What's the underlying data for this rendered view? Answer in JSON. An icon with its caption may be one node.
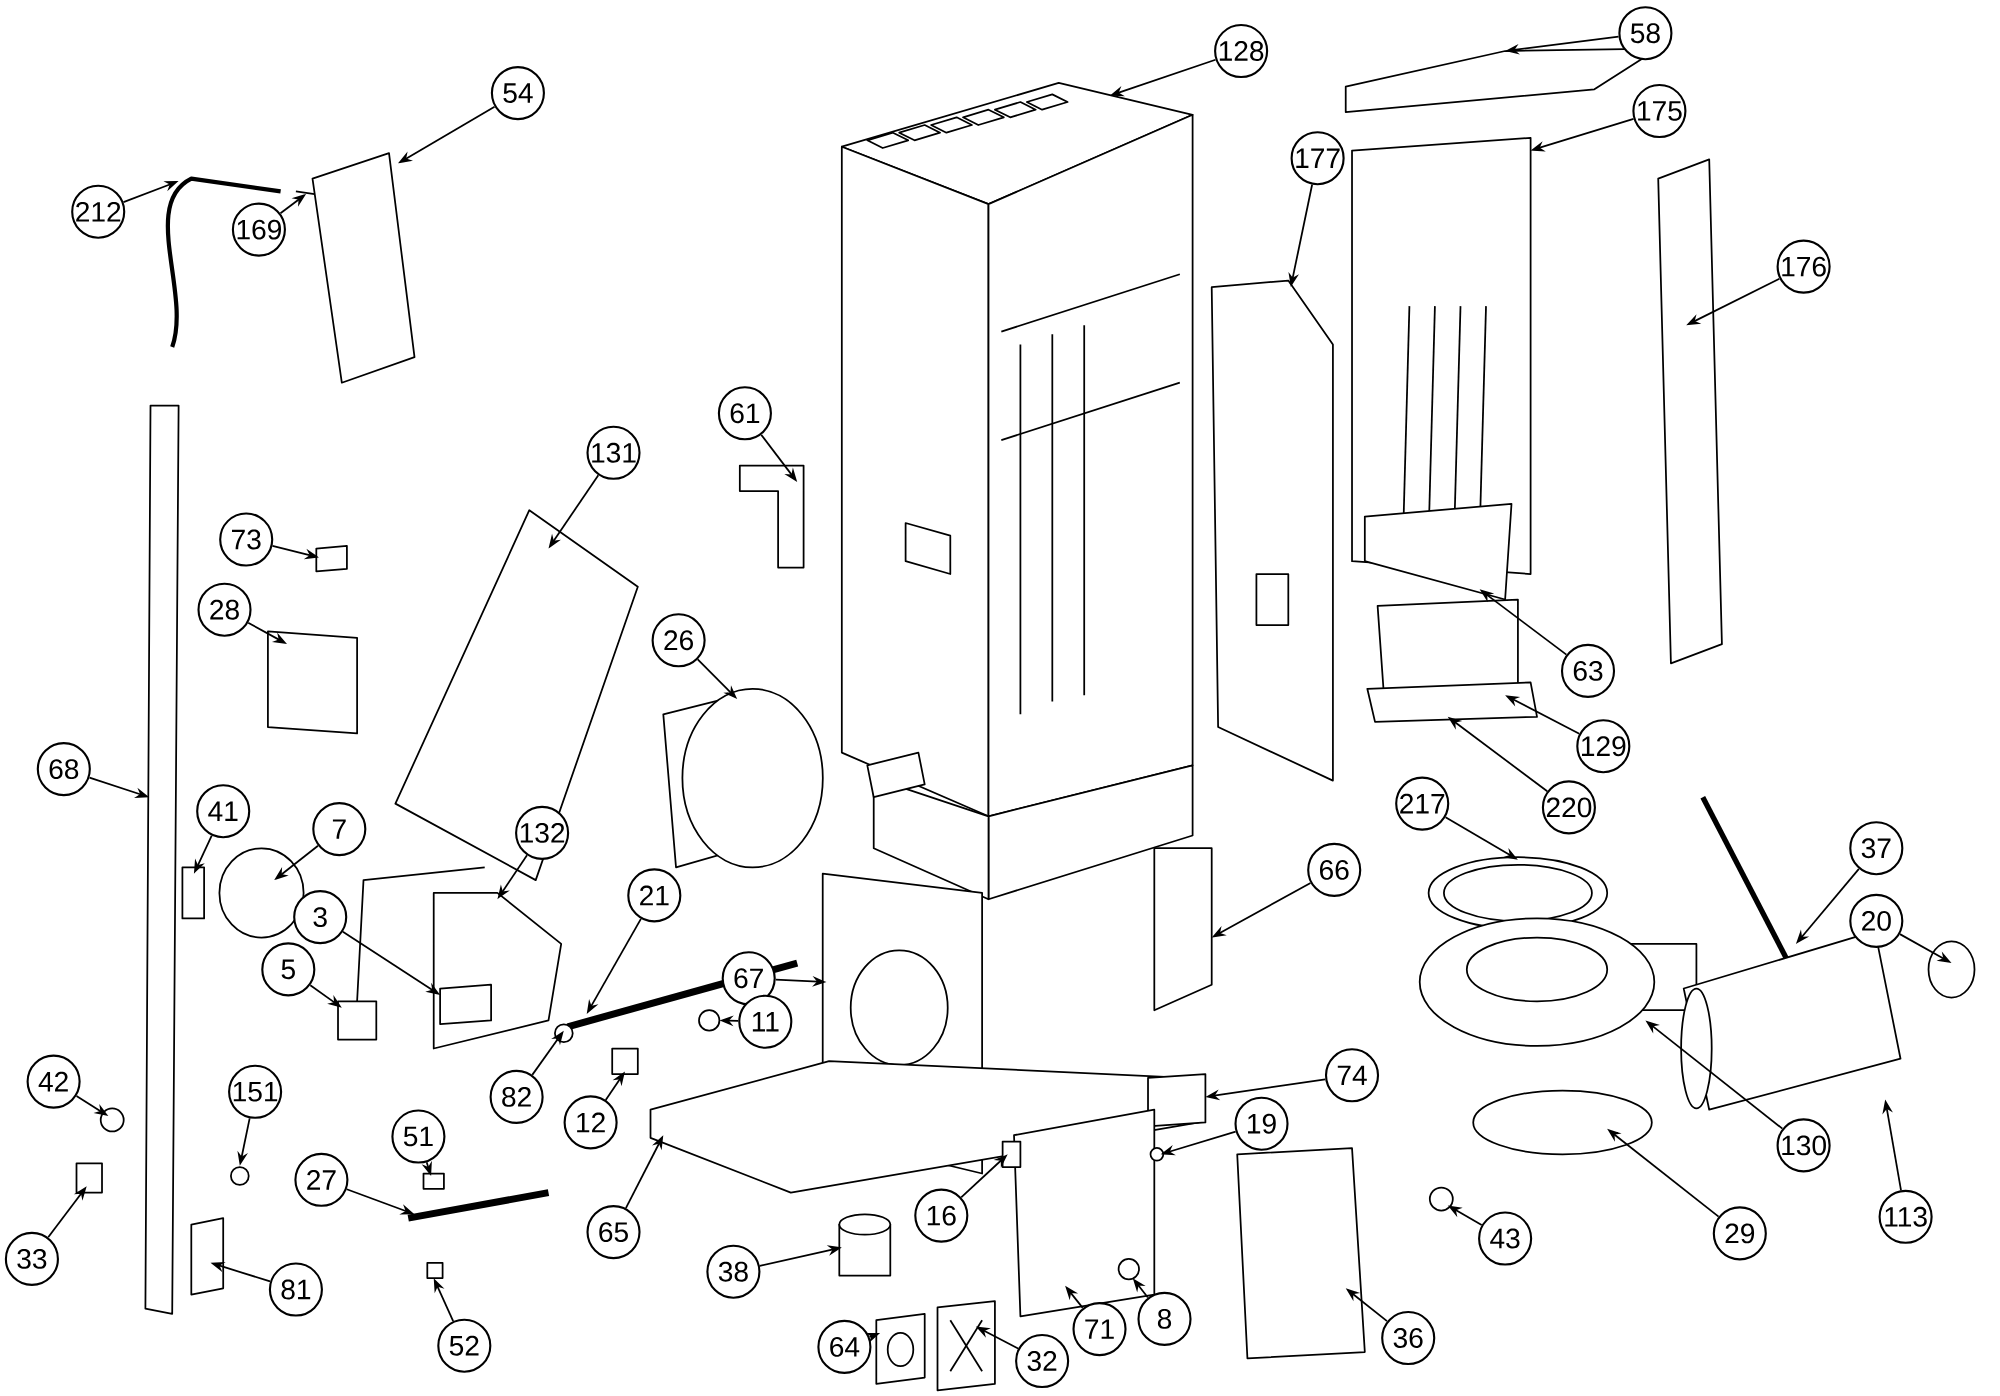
{
  "diagram": {
    "nodes": [
      {
        "text": [
          "58"
        ]
      },
      {
        "text": [
          "128"
        ]
      },
      {
        "text": [
          "54"
        ]
      },
      {
        "text": [
          "175"
        ]
      },
      {
        "text": [
          "177"
        ]
      },
      {
        "text": [
          "212"
        ]
      },
      {
        "text": [
          "169"
        ]
      },
      {
        "text": [
          "176"
        ]
      },
      {
        "text": [
          "61"
        ]
      },
      {
        "text": [
          "131"
        ]
      },
      {
        "text": [
          "73"
        ]
      },
      {
        "text": [
          "28"
        ]
      },
      {
        "text": [
          "26"
        ]
      },
      {
        "text": [
          "63"
        ]
      },
      {
        "text": [
          "129"
        ]
      },
      {
        "text": [
          "68"
        ]
      },
      {
        "text": [
          "217"
        ]
      },
      {
        "text": [
          "220"
        ]
      },
      {
        "text": [
          "41"
        ]
      },
      {
        "text": [
          "7"
        ]
      },
      {
        "text": [
          "132"
        ]
      },
      {
        "text": [
          "37"
        ]
      },
      {
        "text": [
          "66"
        ]
      },
      {
        "text": [
          "21"
        ]
      },
      {
        "text": [
          "3"
        ]
      },
      {
        "text": [
          "20"
        ]
      },
      {
        "text": [
          "5"
        ]
      },
      {
        "text": [
          "67"
        ]
      },
      {
        "text": [
          "11"
        ]
      },
      {
        "text": [
          "42"
        ]
      },
      {
        "text": [
          "74"
        ]
      },
      {
        "text": [
          "151"
        ]
      },
      {
        "text": [
          "82"
        ]
      },
      {
        "text": [
          "12"
        ]
      },
      {
        "text": [
          "19"
        ]
      },
      {
        "text": [
          "51"
        ]
      },
      {
        "text": [
          "130"
        ]
      },
      {
        "text": [
          "27"
        ]
      },
      {
        "text": [
          "113"
        ]
      },
      {
        "text": [
          "16"
        ]
      },
      {
        "text": [
          "65"
        ]
      },
      {
        "text": [
          "29"
        ]
      },
      {
        "text": [
          "43"
        ]
      },
      {
        "text": [
          "33"
        ]
      },
      {
        "text": [
          "38"
        ]
      },
      {
        "text": [
          "81"
        ]
      },
      {
        "text": [
          "8"
        ]
      },
      {
        "text": [
          "36"
        ]
      },
      {
        "text": [
          "52"
        ]
      },
      {
        "text": [
          "64"
        ]
      },
      {
        "text": [
          "71"
        ]
      },
      {
        "text": [
          "32"
        ]
      }
    ],
    "edges": [
      {
        "from": 0,
        "to": null,
        "arrow": "to"
      },
      {
        "from": 1,
        "to": null,
        "arrow": "to"
      },
      {
        "from": 2,
        "to": null,
        "arrow": "to"
      },
      {
        "from": 3,
        "to": null,
        "arrow": "to"
      },
      {
        "from": 4,
        "to": null,
        "arrow": "to"
      },
      {
        "from": 5,
        "to": null,
        "arrow": "to"
      },
      {
        "from": 6,
        "to": null,
        "arrow": "to"
      },
      {
        "from": 7,
        "to": null,
        "arrow": "to"
      },
      {
        "from": 8,
        "to": null,
        "arrow": "to"
      },
      {
        "from": 9,
        "to": null,
        "arrow": "to"
      },
      {
        "from": 10,
        "to": null,
        "arrow": "to"
      },
      {
        "from": 11,
        "to": null,
        "arrow": "to"
      },
      {
        "from": 12,
        "to": null,
        "arrow": "to"
      },
      {
        "from": 13,
        "to": null,
        "arrow": "to"
      },
      {
        "from": 14,
        "to": null,
        "arrow": "to"
      },
      {
        "from": 15,
        "to": null,
        "arrow": "to"
      },
      {
        "from": 16,
        "to": null,
        "arrow": "to"
      },
      {
        "from": 17,
        "to": null,
        "arrow": "to"
      },
      {
        "from": 18,
        "to": null,
        "arrow": "to"
      },
      {
        "from": 19,
        "to": null,
        "arrow": "to"
      },
      {
        "from": 20,
        "to": null,
        "arrow": "to"
      },
      {
        "from": 21,
        "to": null,
        "arrow": "to"
      },
      {
        "from": 22,
        "to": null,
        "arrow": "to"
      },
      {
        "from": 23,
        "to": null,
        "arrow": "to"
      },
      {
        "from": 24,
        "to": null,
        "arrow": "to"
      },
      {
        "from": 25,
        "to": null,
        "arrow": "to"
      },
      {
        "from": 26,
        "to": null,
        "arrow": "to"
      },
      {
        "from": 27,
        "to": null,
        "arrow": "to"
      },
      {
        "from": 28,
        "to": null,
        "arrow": "to"
      },
      {
        "from": 29,
        "to": null,
        "arrow": "to"
      },
      {
        "from": 30,
        "to": null,
        "arrow": "to"
      },
      {
        "from": 31,
        "to": null,
        "arrow": "to"
      },
      {
        "from": 32,
        "to": null,
        "arrow": "to"
      },
      {
        "from": 33,
        "to": null,
        "arrow": "to"
      },
      {
        "from": 34,
        "to": null,
        "arrow": "to"
      },
      {
        "from": 35,
        "to": null,
        "arrow": "to"
      },
      {
        "from": 36,
        "to": null,
        "arrow": "to"
      },
      {
        "from": 37,
        "to": null,
        "arrow": "to"
      },
      {
        "from": 38,
        "to": null,
        "arrow": "to"
      },
      {
        "from": 39,
        "to": null,
        "arrow": "to"
      },
      {
        "from": 40,
        "to": null,
        "arrow": "to"
      },
      {
        "from": 41,
        "to": null,
        "arrow": "to"
      },
      {
        "from": 42,
        "to": null,
        "arrow": "to"
      },
      {
        "from": 43,
        "to": null,
        "arrow": "to"
      },
      {
        "from": 44,
        "to": null,
        "arrow": "to"
      },
      {
        "from": 45,
        "to": null,
        "arrow": "to"
      },
      {
        "from": 46,
        "to": null,
        "arrow": "to"
      },
      {
        "from": 47,
        "to": null,
        "arrow": "to"
      },
      {
        "from": 48,
        "to": null,
        "arrow": "to"
      },
      {
        "from": 49,
        "to": null,
        "arrow": "to"
      },
      {
        "from": 50,
        "to": null,
        "arrow": "to"
      },
      {
        "from": 51,
        "to": null,
        "arrow": "to"
      }
    ]
  }
}
